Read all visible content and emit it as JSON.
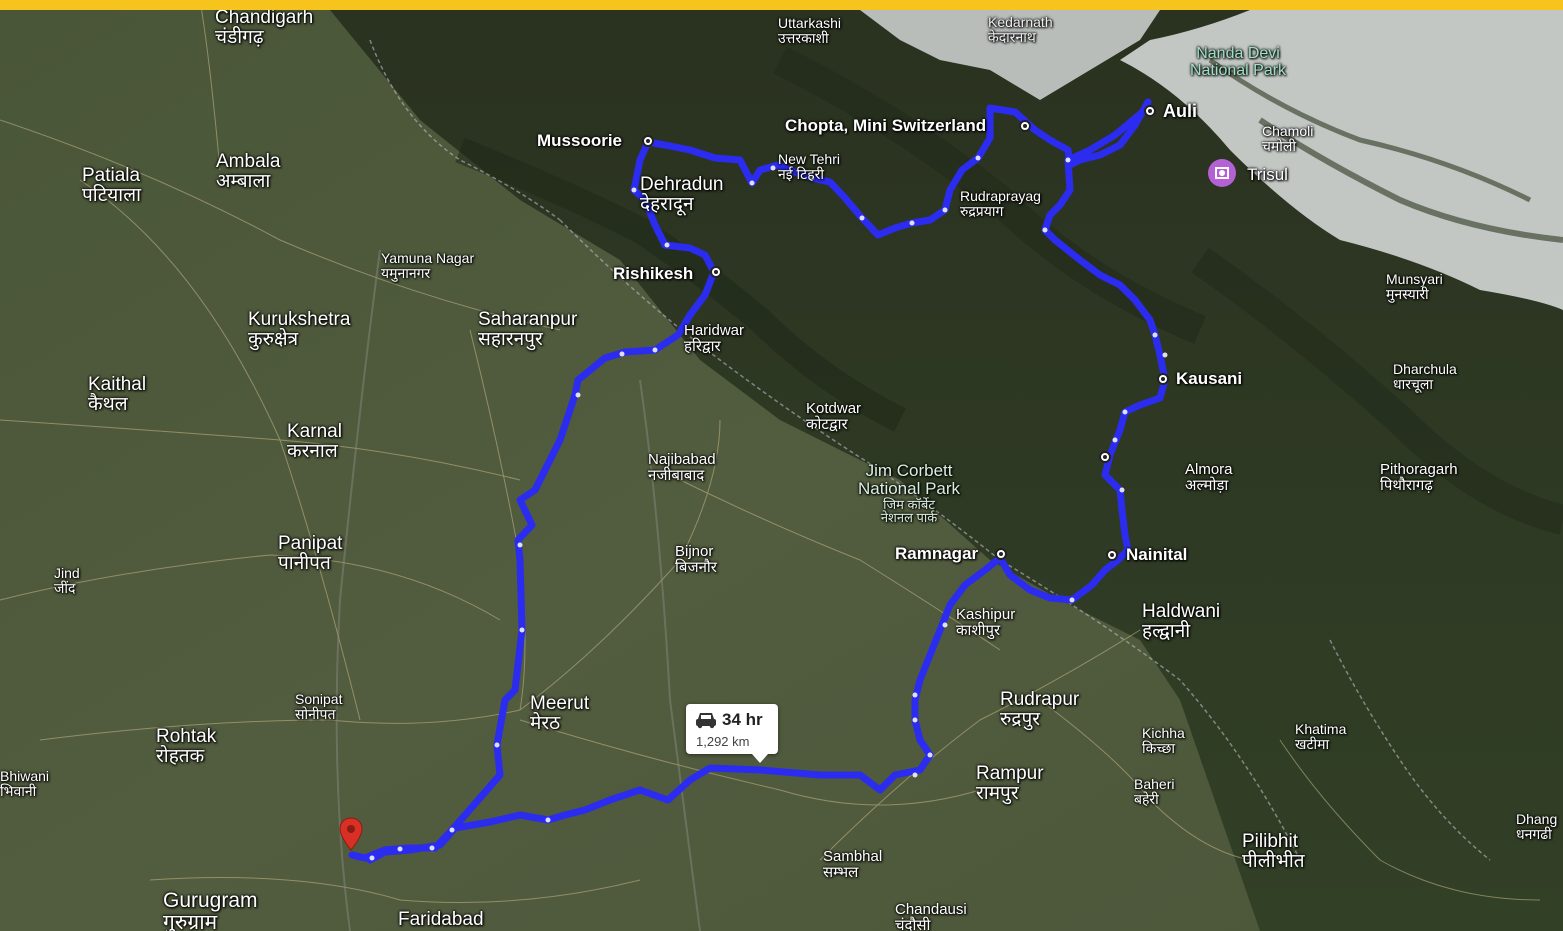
{
  "colors": {
    "top_bar": "#f6c41c",
    "route": "#2b2cf0",
    "terrain_plain": "#4a5638",
    "terrain_hills": "#2d3822",
    "snow": "#e8ecee",
    "park_label": "#9fe1c4",
    "destination_marker": "#d93025"
  },
  "route_summary": {
    "icon": "car-icon",
    "time": "34 hr",
    "distance": "1,292 km"
  },
  "stops": [
    {
      "name": "Mussoorie"
    },
    {
      "name": "Rishikesh"
    },
    {
      "name": "Chopta, Mini Switzerland"
    },
    {
      "name": "Auli"
    },
    {
      "name": "Kausani"
    },
    {
      "name": "Nainital"
    },
    {
      "name": "Ramnagar"
    }
  ],
  "places": {
    "chandigarh": {
      "en": "Chandigarh",
      "hi": "चंडीगढ़"
    },
    "uttarkashi": {
      "en": "Uttarkashi",
      "hi": "उत्तरकाशी"
    },
    "kedarnath": {
      "en": "Kedarnath",
      "hi": "केदारनाथ"
    },
    "nanda_devi": {
      "en": "Nanda Devi",
      "en2": "National Park"
    },
    "patiala": {
      "en": "Patiala",
      "hi": "पटियाला"
    },
    "ambala": {
      "en": "Ambala",
      "hi": "अम्बाला"
    },
    "new_tehri": {
      "en": "New Tehri",
      "hi": "नई टिहरी"
    },
    "dehradun": {
      "en": "Dehradun",
      "hi": "देहरादून"
    },
    "chamoli": {
      "en": "Chamoli",
      "hi": "चमोली"
    },
    "trisul": {
      "en": "Trisul"
    },
    "rudraprayag": {
      "en": "Rudraprayag",
      "hi": "रुद्रप्रयाग"
    },
    "yamuna_nagar": {
      "en": "Yamuna Nagar",
      "hi": "यमुनानगर"
    },
    "kurukshetra": {
      "en": "Kurukshetra",
      "hi": "कुरुक्षेत्र"
    },
    "saharanpur": {
      "en": "Saharanpur",
      "hi": "सहारनपुर"
    },
    "haridwar": {
      "en": "Haridwar",
      "hi": "हरिद्वार"
    },
    "munsyari": {
      "en": "Munsyari",
      "hi": "मुनस्यारी"
    },
    "kaithal": {
      "en": "Kaithal",
      "hi": "कैथल"
    },
    "dharchula": {
      "en": "Dharchula",
      "hi": "धारचूला"
    },
    "kotdwar": {
      "en": "Kotdwar",
      "hi": "कोटद्वार"
    },
    "karnal": {
      "en": "Karnal",
      "hi": "करनाल"
    },
    "najibabad": {
      "en": "Najibabad",
      "hi": "नजीबाबाद"
    },
    "almora": {
      "en": "Almora",
      "hi": "अल्मोड़ा"
    },
    "pithoragarh": {
      "en": "Pithoragarh",
      "hi": "पिथौरागढ़"
    },
    "jim_corbett": {
      "en": "Jim Corbett",
      "en2": "National Park",
      "hi": "जिम कॉर्बेट",
      "hi2": "नेशनल पार्क"
    },
    "panipat": {
      "en": "Panipat",
      "hi": "पानीपत"
    },
    "bijnor": {
      "en": "Bijnor",
      "hi": "बिजनौर"
    },
    "jind": {
      "en": "Jind",
      "hi": "जींद"
    },
    "kashipur": {
      "en": "Kashipur",
      "hi": "काशीपुर"
    },
    "haldwani": {
      "en": "Haldwani",
      "hi": "हल्द्वानी"
    },
    "sonipat": {
      "en": "Sonipat",
      "hi": "सोनीपत"
    },
    "meerut": {
      "en": "Meerut",
      "hi": "मेरठ"
    },
    "rudrapur": {
      "en": "Rudrapur",
      "hi": "रुद्रपुर"
    },
    "rohtak": {
      "en": "Rohtak",
      "hi": "रोहतक"
    },
    "kichha": {
      "en": "Kichha",
      "hi": "किच्छा"
    },
    "khatima": {
      "en": "Khatima",
      "hi": "खटीमा"
    },
    "bhiwani": {
      "en": "Bhiwani",
      "hi": "भिवानी"
    },
    "rampur": {
      "en": "Rampur",
      "hi": "रामपुर"
    },
    "baheri": {
      "en": "Baheri",
      "hi": "बहेरी"
    },
    "dhangadhi": {
      "en": "Dhang",
      "hi": "धनगढी"
    },
    "pilibhit": {
      "en": "Pilibhit",
      "hi": "पीलीभीत"
    },
    "sambhal": {
      "en": "Sambhal",
      "hi": "सम्भल"
    },
    "gurugram": {
      "en": "Gurugram",
      "hi": "गुरुग्राम"
    },
    "faridabad": {
      "en": "Faridabad"
    },
    "chandausi": {
      "en": "Chandausi",
      "hi": "चंदौसी"
    }
  }
}
